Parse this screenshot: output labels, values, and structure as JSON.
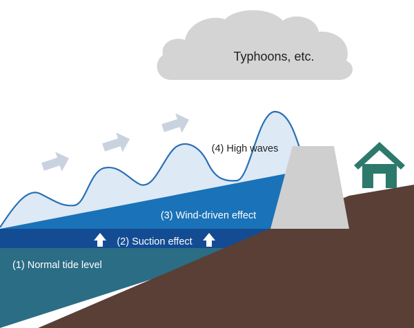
{
  "labels": {
    "cloud": "Typhoons, etc.",
    "high_waves": "(4) High waves",
    "wind_driven": "(3) Wind-driven effect",
    "suction": "(2) Suction effect",
    "normal_tide": "(1) Normal tide level"
  },
  "icons": {
    "cloud": "cloud-icon",
    "wind": "wind-arrow-icon",
    "suction": "up-arrow-icon",
    "house": "house-icon",
    "seawall": "seawall"
  },
  "colors": {
    "cloud_fill": "#d4d4d4",
    "wind_arrows": "#c9d3df",
    "wave_line": "#2a6fb3",
    "wave_fill": "#dde9f5",
    "wind_driven_layer": "#1a72b8",
    "suction_layer": "#134c93",
    "normal_tide": "#2b6d85",
    "ground": "#5a3f36",
    "seawall": "#cfcfcf",
    "house": "#2d7a6c"
  }
}
